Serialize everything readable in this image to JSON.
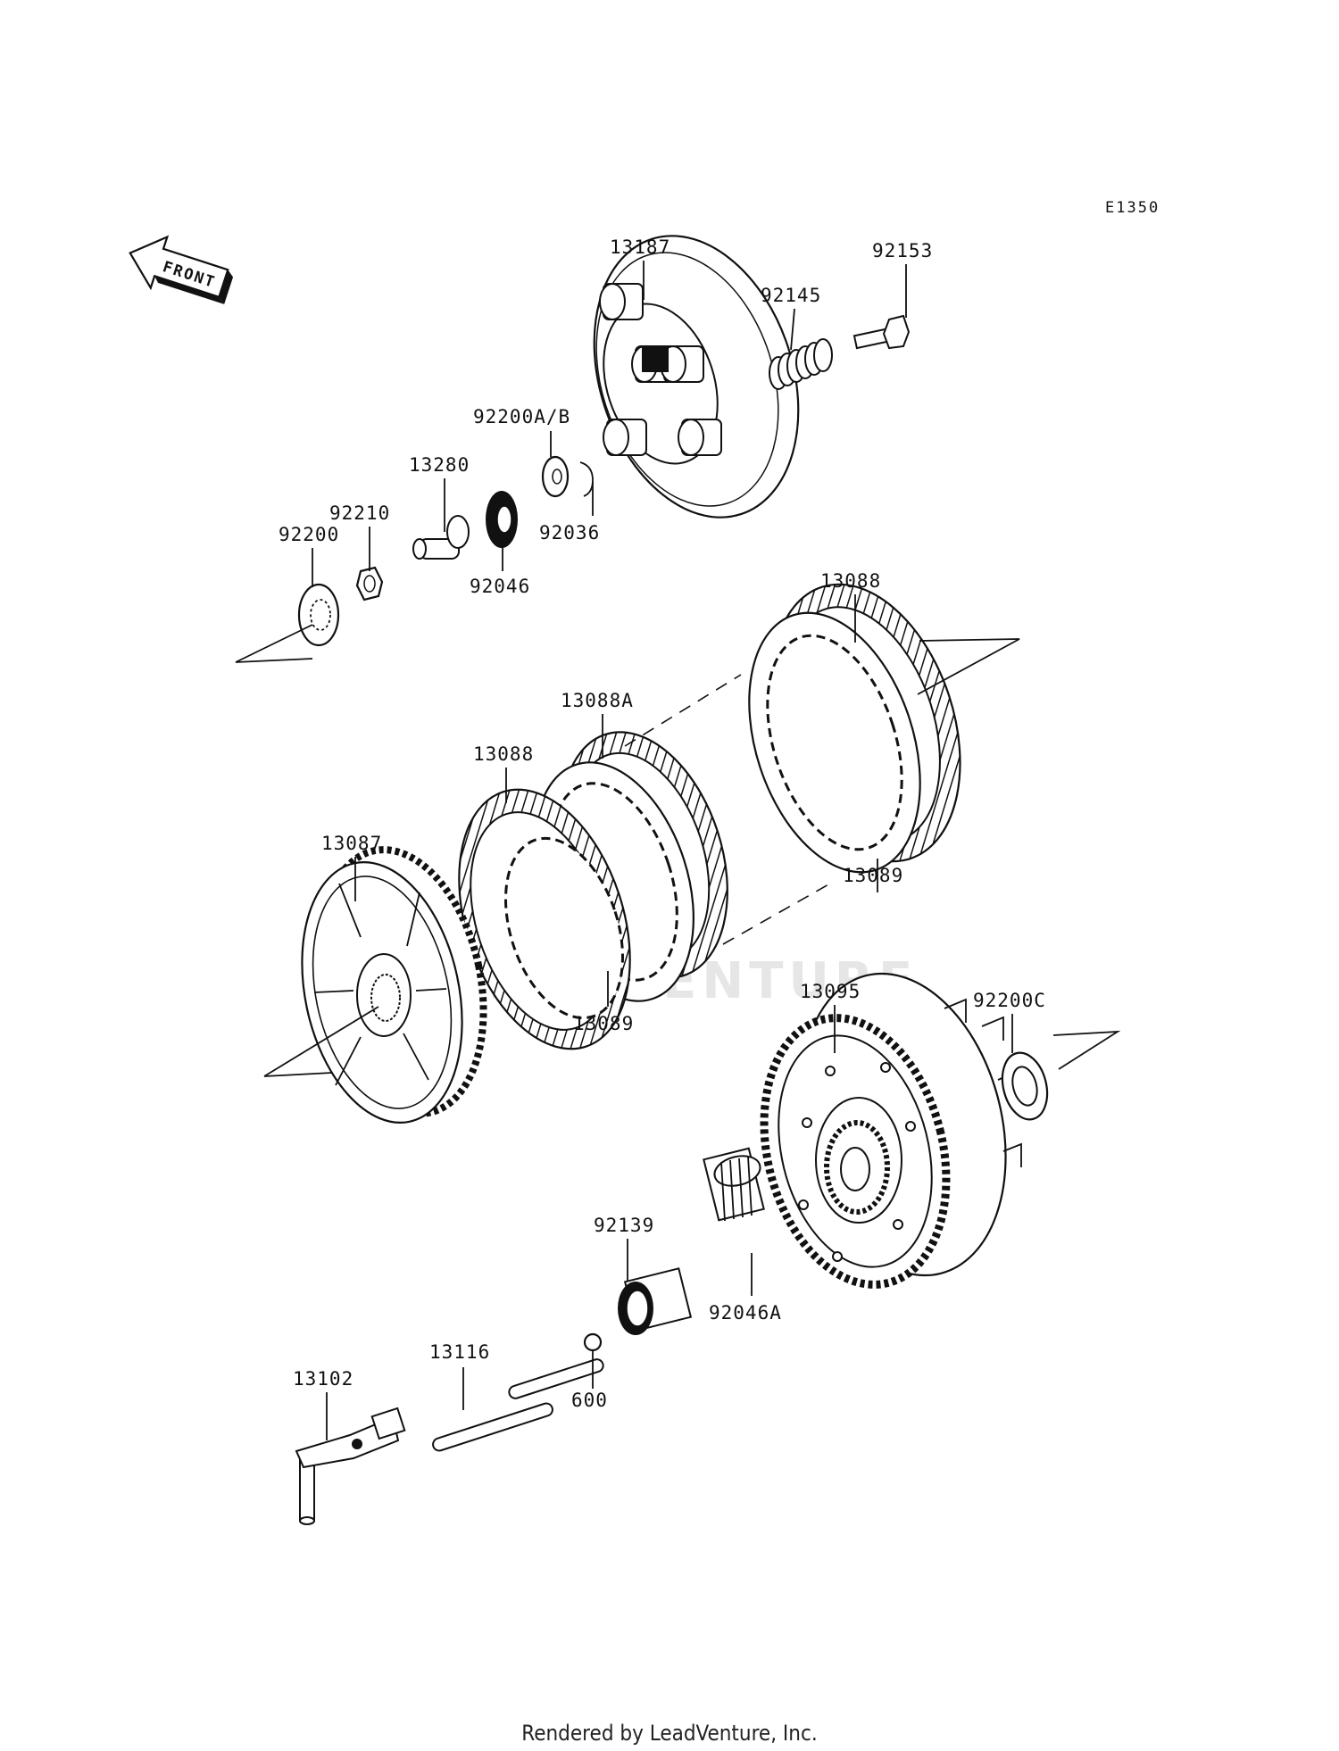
{
  "diagram": {
    "diagram_code": "E1350",
    "direction_arrow_label": "FRONT",
    "watermark": "LEADVENTURE",
    "footer": "Rendered by LeadVenture, Inc."
  },
  "callouts": [
    {
      "id": "13187",
      "label": "13187"
    },
    {
      "id": "92153",
      "label": "92153"
    },
    {
      "id": "92145",
      "label": "92145"
    },
    {
      "id": "92200AB",
      "label": "92200A/B"
    },
    {
      "id": "13280",
      "label": "13280"
    },
    {
      "id": "92210",
      "label": "92210"
    },
    {
      "id": "92200",
      "label": "92200"
    },
    {
      "id": "92036",
      "label": "92036"
    },
    {
      "id": "92046",
      "label": "92046"
    },
    {
      "id": "13088_upper",
      "label": "13088"
    },
    {
      "id": "13088A",
      "label": "13088A"
    },
    {
      "id": "13088_lower",
      "label": "13088"
    },
    {
      "id": "13087",
      "label": "13087"
    },
    {
      "id": "13089_upper",
      "label": "13089"
    },
    {
      "id": "13089_lower",
      "label": "13089"
    },
    {
      "id": "13095",
      "label": "13095"
    },
    {
      "id": "92200C",
      "label": "92200C"
    },
    {
      "id": "92139",
      "label": "92139"
    },
    {
      "id": "92046A",
      "label": "92046A"
    },
    {
      "id": "13116",
      "label": "13116"
    },
    {
      "id": "13102",
      "label": "13102"
    },
    {
      "id": "600",
      "label": "600"
    }
  ],
  "icons": {
    "front_arrow": "front-arrow-icon"
  }
}
